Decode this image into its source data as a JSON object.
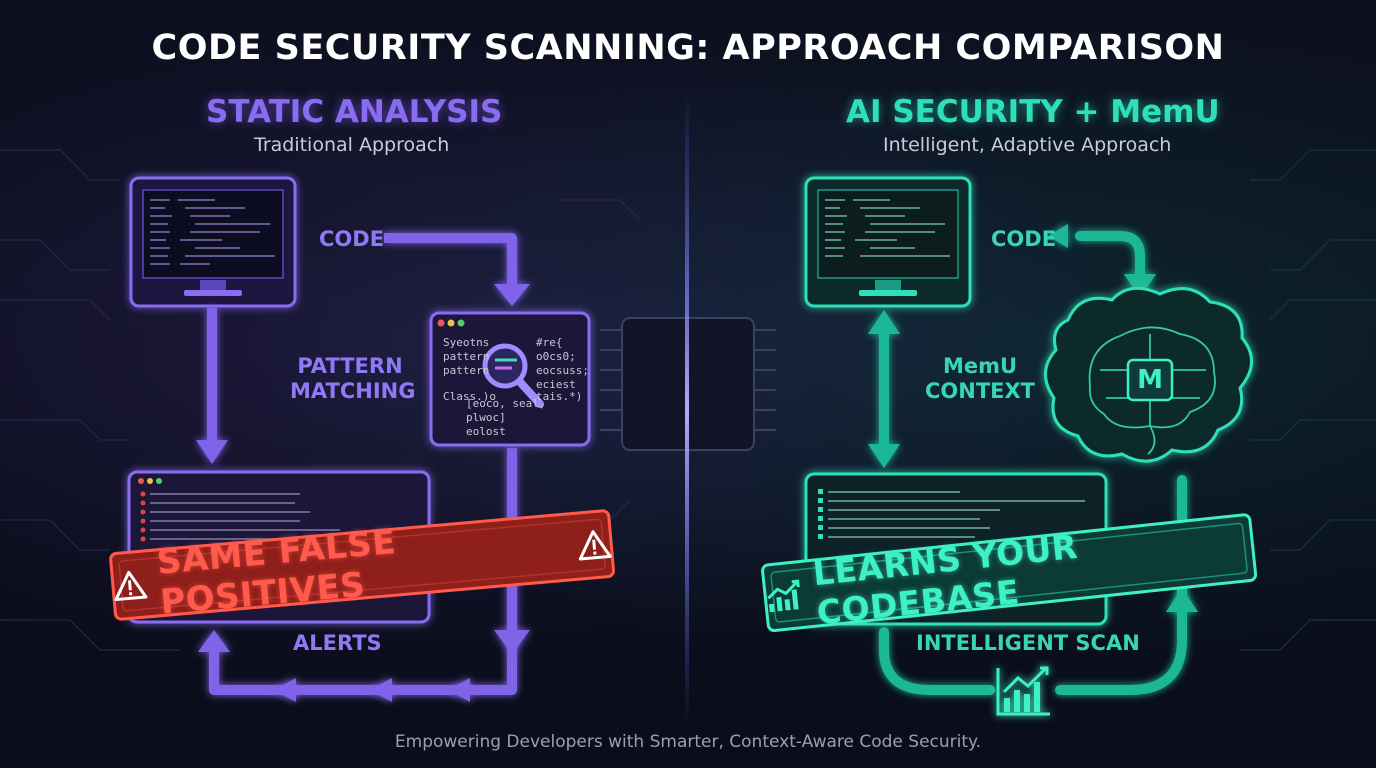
{
  "title": "CODE SECURITY SCANNING: APPROACH COMPARISON",
  "left": {
    "heading": "STATIC ANALYSIS",
    "subtitle": "Traditional Approach",
    "code_label": "CODE",
    "pattern_label_line1": "PATTERN",
    "pattern_label_line2": "MATCHING",
    "alerts_label": "ALERTS",
    "banner": "SAME FALSE POSITIVES",
    "pattern_card_lines": [
      "Syeotns",
      "pattern",
      "pattern",
      "Class.)o",
      "",
      ""
    ],
    "pattern_card_right": [
      "#re{",
      "o0cs0;",
      "eocsuss;",
      "eciest",
      "tais.*)",
      "",
      ""
    ],
    "pattern_card_bottom": [
      "[eoco, seal,",
      "plwoc]",
      "eolost"
    ],
    "accent": "#7f63e8"
  },
  "right": {
    "heading": "AI SECURITY + MemU",
    "subtitle": "Intelligent, Adaptive Approach",
    "code_label": "CODE",
    "context_label_line1": "MemU",
    "context_label_line2": "CONTEXT",
    "scan_label": "INTELLIGENT SCAN",
    "banner": "LEARNS YOUR CODEBASE",
    "brain_chip_letter": "M",
    "accent": "#25d3ab"
  },
  "footer": "Empowering Developers with Smarter, Context-Aware Code Security.",
  "colors": {
    "purple": "#7f63e8",
    "teal": "#25d3ab",
    "alert_red": "#e0453a",
    "background": "#0b0e1c"
  }
}
